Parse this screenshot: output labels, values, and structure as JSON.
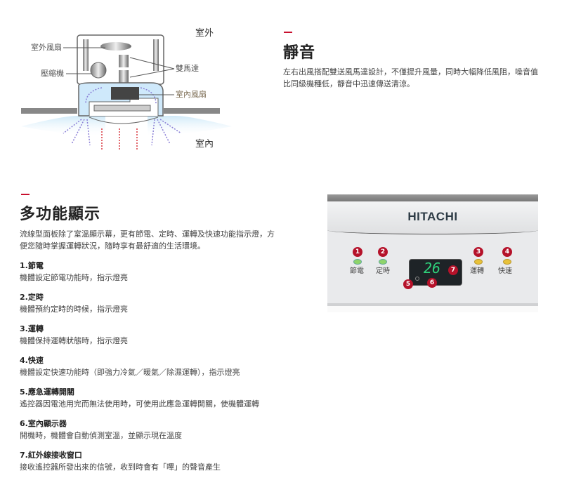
{
  "diagram": {
    "outdoor": "室外",
    "indoor": "室內",
    "outdoor_fan": "室外風扇",
    "compressor": "壓縮機",
    "dual_motor": "雙馬達",
    "indoor_fan": "室內風扇"
  },
  "quiet": {
    "title": "靜音",
    "text": "左右出風搭配雙送風馬達設計，不僅提升風量，同時大幅降低風阻，噪音值比同級機種低，靜音中迅速傳送清涼。"
  },
  "display": {
    "title": "多功能顯示",
    "text": "流線型面板除了室溫顯示幕，更有節電、定時、運轉及快速功能指示燈，方便您隨時掌握運轉狀況，隨時享有最舒適的生活環境。",
    "items": [
      {
        "title": "1.節電",
        "desc": "機體設定節電功能時，指示燈亮"
      },
      {
        "title": "2.定時",
        "desc": "機體預約定時的時候，指示燈亮"
      },
      {
        "title": "3.運轉",
        "desc": "機體保持運轉狀態時，指示燈亮"
      },
      {
        "title": "4.快速",
        "desc": "機體設定快速功能時（即強力冷氣／暖氣／除濕運轉），指示燈亮"
      },
      {
        "title": "5.應急運轉開關",
        "desc": "遙控器因電池用完而無法使用時，可使用此應急運轉開關，使機體運轉"
      },
      {
        "title": "6.室內顯示器",
        "desc": "開機時，機體會自動偵測室溫，並顯示現在溫度"
      },
      {
        "title": "7.紅外線接收窗口",
        "desc": "接收遙控器所發出來的信號，收到時會有「嗶」的聲音產生"
      }
    ]
  },
  "panel": {
    "brand": "HITACHI",
    "temperature": "26",
    "labels": [
      "節電",
      "定時",
      "運轉",
      "快速"
    ],
    "badges": [
      "1",
      "2",
      "3",
      "4",
      "5",
      "6",
      "7"
    ],
    "colors": {
      "accent": "#c8102e",
      "badge": "#b5122a",
      "led_green": "#8fd46a",
      "led_yellow": "#e8c23a",
      "display_digits": "#2fd07a"
    }
  }
}
